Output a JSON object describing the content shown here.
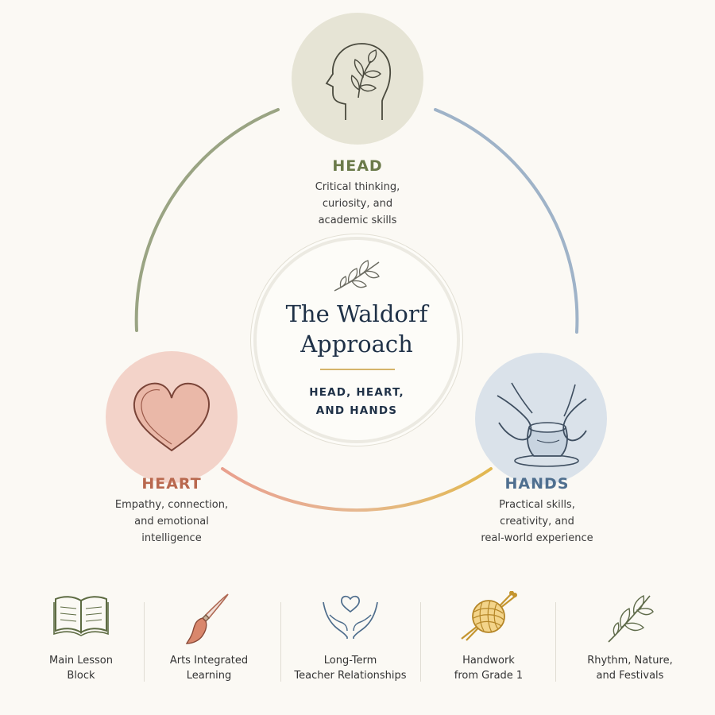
{
  "colors": {
    "head": "#6b7a4a",
    "heart": "#b9694f",
    "hands": "#4f6f8f",
    "navy": "#1f3147",
    "gold": "#d5b46a"
  },
  "center": {
    "title_line1": "The Waldorf",
    "title_line2": "Approach",
    "subtitle_line1": "HEAD, HEART,",
    "subtitle_line2": "AND HANDS",
    "icon": "leaf-sprig-icon"
  },
  "nodes": {
    "head": {
      "title": "HEAD",
      "desc_line1": "Critical thinking,",
      "desc_line2": "curiosity, and",
      "desc_line3": "academic skills",
      "icon": "head-leaf-icon"
    },
    "heart": {
      "title": "HEART",
      "desc_line1": "Empathy, connection,",
      "desc_line2": "and emotional",
      "desc_line3": "intelligence",
      "icon": "heart-icon"
    },
    "hands": {
      "title": "HANDS",
      "desc_line1": "Practical skills,",
      "desc_line2": "creativity, and",
      "desc_line3": "real-world experience",
      "icon": "pottery-hands-icon"
    }
  },
  "features": [
    {
      "line1": "Main Lesson",
      "line2": "Block",
      "icon": "open-book-icon"
    },
    {
      "line1": "Arts Integrated",
      "line2": "Learning",
      "icon": "paintbrush-icon"
    },
    {
      "line1": "Long-Term",
      "line2": "Teacher Relationships",
      "icon": "hands-heart-icon"
    },
    {
      "line1": "Handwork",
      "line2": "from Grade 1",
      "icon": "yarn-needles-icon"
    },
    {
      "line1": "Rhythm, Nature,",
      "line2": "and Festivals",
      "icon": "leaf-branch-icon"
    }
  ]
}
